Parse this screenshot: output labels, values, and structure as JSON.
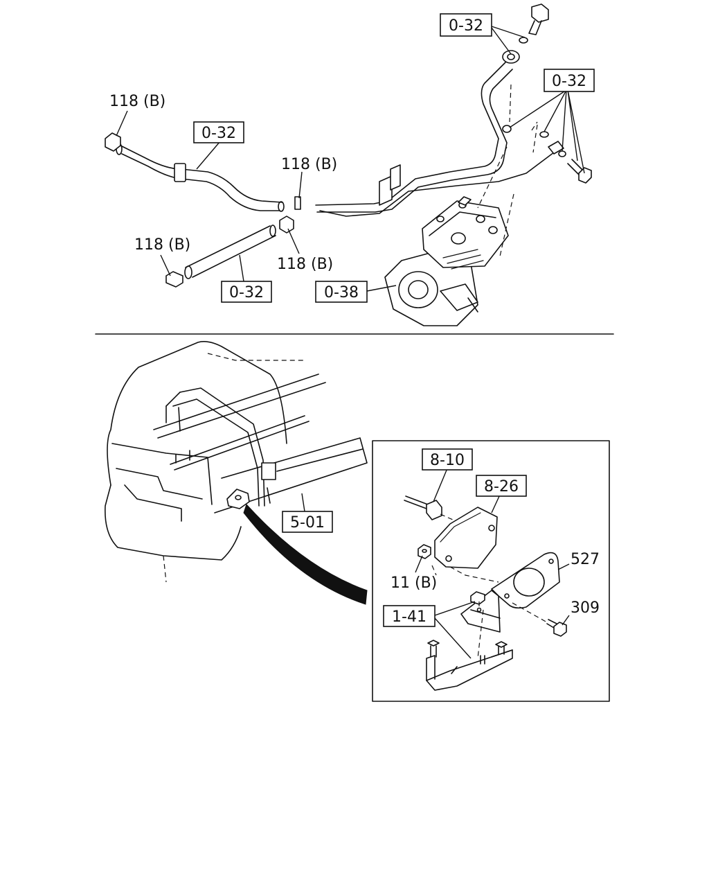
{
  "callouts": {
    "c_top_right_1": "0-32",
    "c_top_right_2": "0-32",
    "c_upper_hose": "0-32",
    "c_lower_hose": "0-32",
    "c_compressor": "0-38",
    "c_frame": "5-01",
    "c_harness": "8-10",
    "c_module": "8-26",
    "c_bracket_set": "1-41"
  },
  "labels": {
    "clamp_top_left": "118 (B)",
    "clamp_mid": "118 (B)",
    "clamp_lower_left": "118 (B)",
    "clamp_lower_mid": "118 (B)",
    "nut": "11 (B)",
    "bracket": "527",
    "bolt": "309"
  }
}
